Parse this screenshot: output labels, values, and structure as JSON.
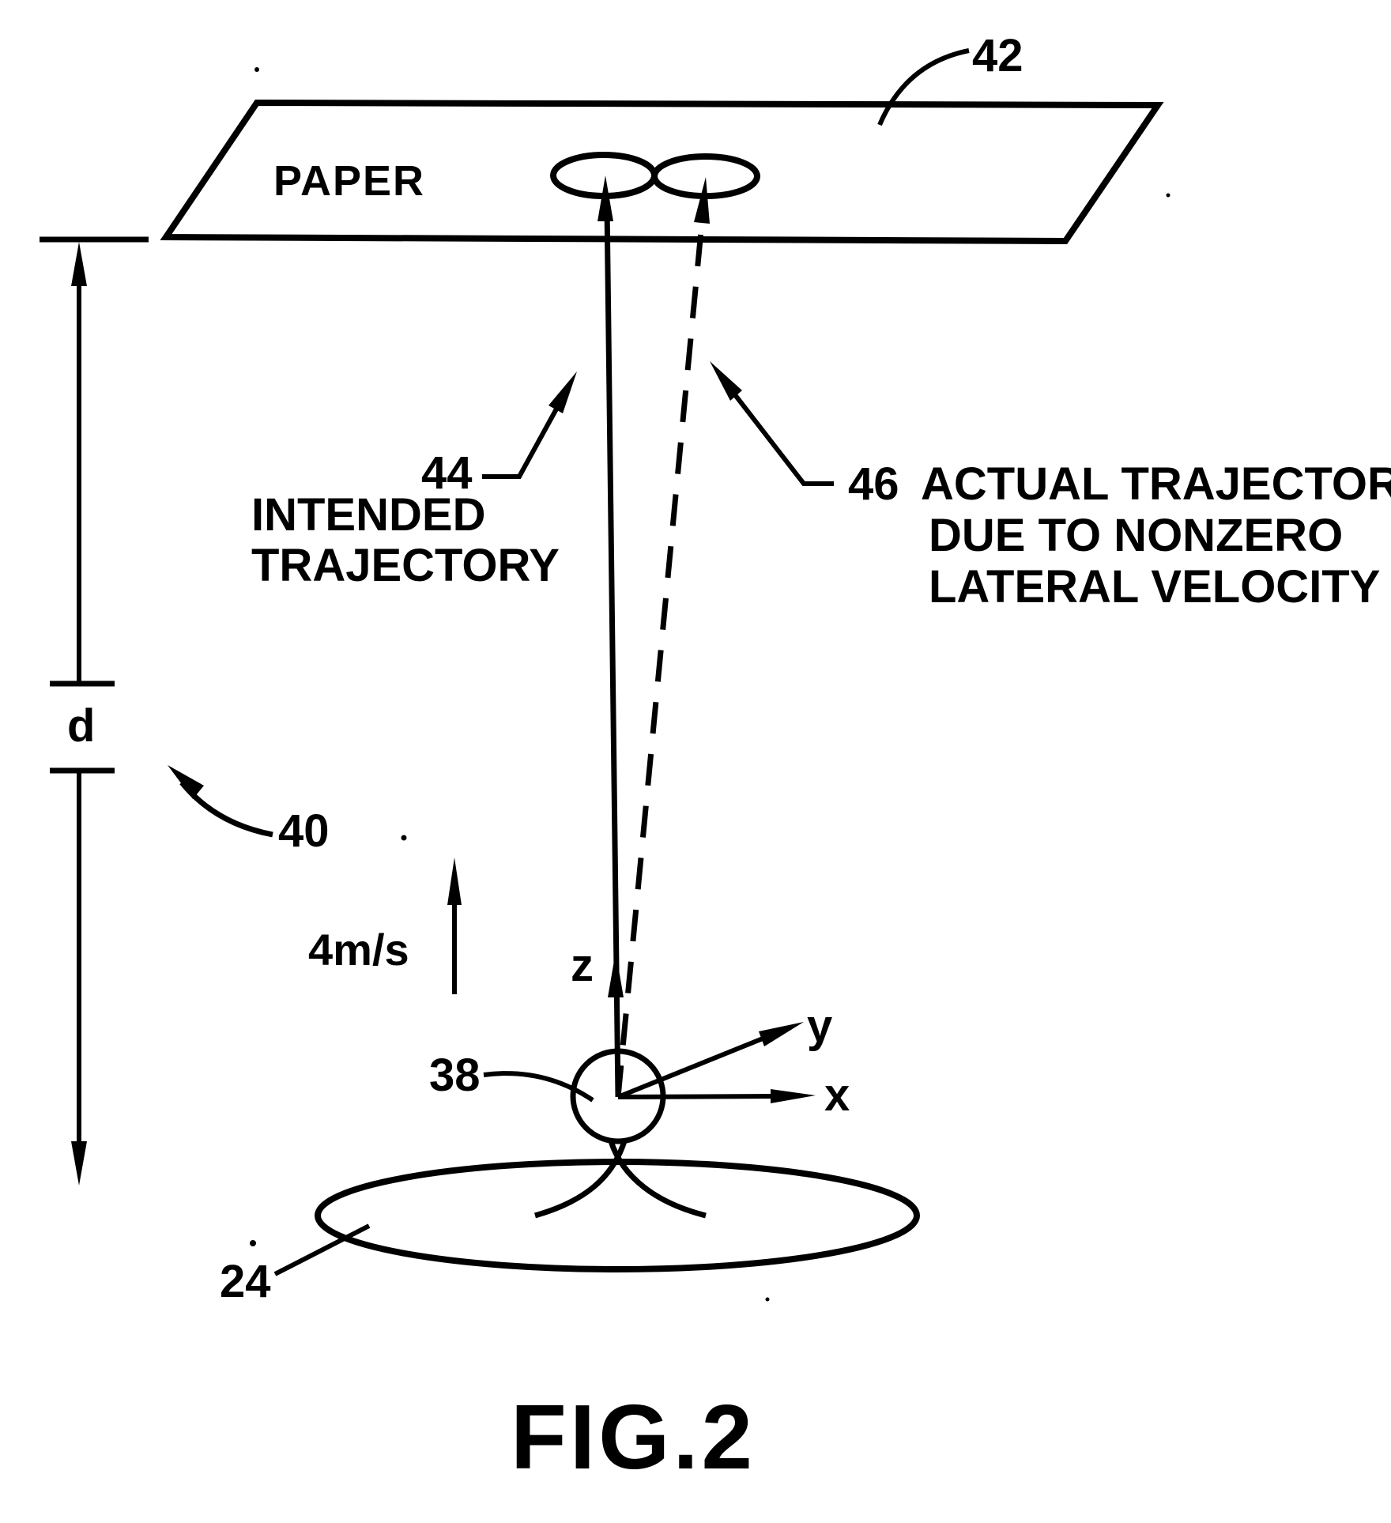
{
  "figure": {
    "title": "FIG.2",
    "paper_label": "PAPER",
    "velocity_label": "4m/s",
    "dimension_label": "d",
    "axis_labels": {
      "x": "x",
      "y": "y",
      "z": "z"
    },
    "reference_numerals": {
      "paper": "42",
      "intended_trajectory": "44",
      "actual_trajectory": "46",
      "distance": "40",
      "drop": "38",
      "orifice_plate": "24"
    },
    "annotations": {
      "intended_line1": "INTENDED",
      "intended_line2": "TRAJECTORY",
      "actual_line1": "ACTUAL TRAJECTORY",
      "actual_line2": "DUE TO NONZERO",
      "actual_line3": "LATERAL VELOCITY"
    },
    "colors": {
      "ink": "#000000",
      "background": "#ffffff"
    }
  }
}
